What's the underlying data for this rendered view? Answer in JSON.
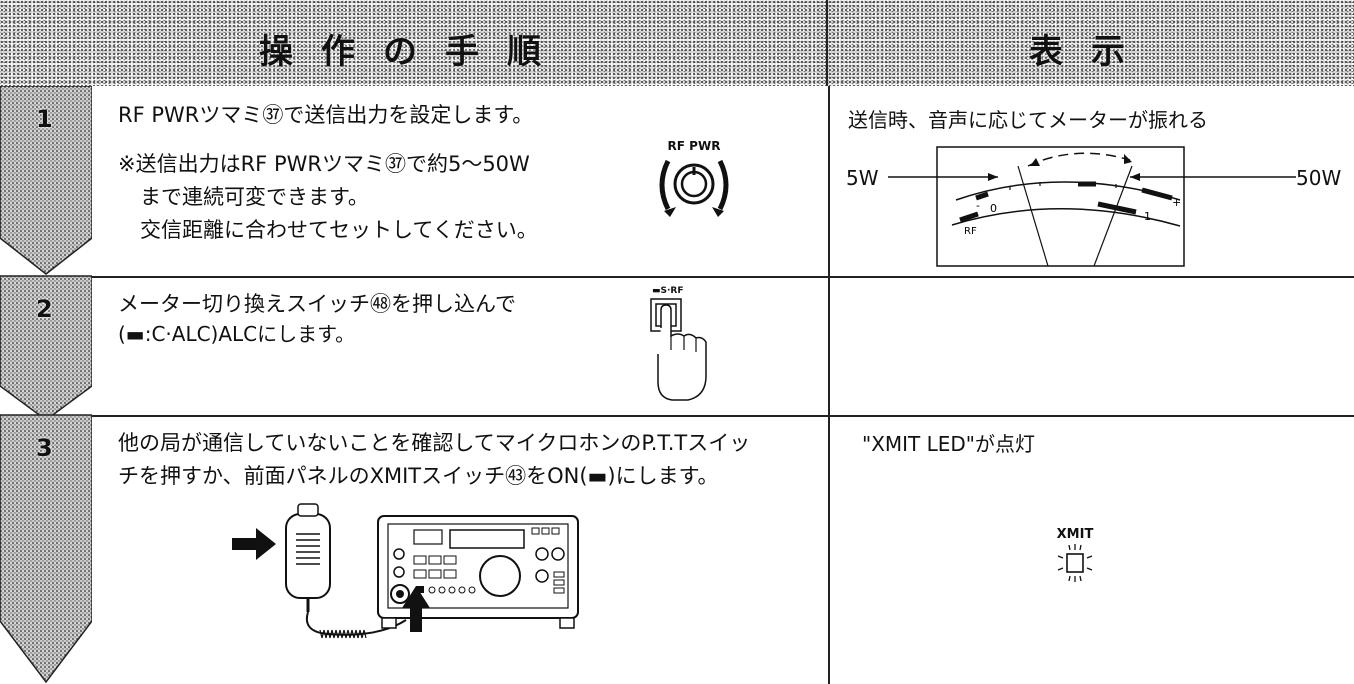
{
  "header": {
    "left_title": "操作の手順",
    "right_title": "表示"
  },
  "steps": [
    {
      "number": "1",
      "main": "RF PWRツマミ㊲で送信出力を設定します。",
      "note_line1": "※送信出力はRF PWRツマミ㊲で約5～50W",
      "note_line2": "まで連続可変できます。",
      "note_line3": "交信距離に合わせてセットしてください。",
      "knob_label": "RF PWR",
      "display_caption": "送信時、音声に応じてメーターが振れる",
      "meter_left_label": "5W",
      "meter_right_label": "50W",
      "meter_scale_rf": "RF",
      "meter_scale_zero": "0",
      "meter_scale_one": "1",
      "meter_scale_minus": "-",
      "meter_scale_plus": "+"
    },
    {
      "number": "2",
      "main_line1": "メーター切り換えスイッチ㊽を押し込んで",
      "main_line2": "(▬:C·ALC)ALCにします。",
      "switch_label": "▬S·RF"
    },
    {
      "number": "3",
      "main_line1": "他の局が通信していないことを確認してマイクロホンのP.T.Tスイッ",
      "main_line2": "チを押すか、前面パネルのXMITスイッチ㊸をON(▬)にします。",
      "display_caption": "\"XMIT LED\"が点灯",
      "led_label": "XMIT"
    }
  ]
}
